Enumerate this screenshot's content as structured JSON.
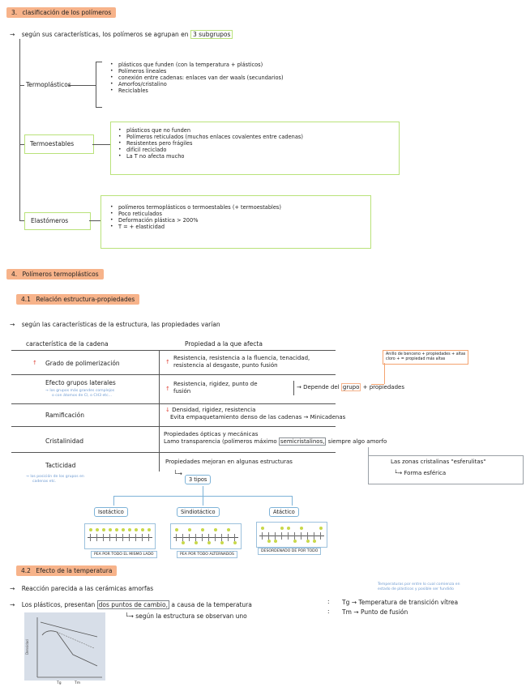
{
  "section3": {
    "number": "3.",
    "title": "clasificación de los polímeros",
    "intro_prefix": "según sus características, los polímeros se agrupan en",
    "intro_highlight": "3 subgrupos",
    "groups": [
      {
        "name": "Termoplásticos",
        "items": [
          "plásticos que funden (con la temperatura + plásticos)",
          "Polímeros lineales",
          "conexión entre cadenas: enlaces van der waals (secundarios)",
          "Amorfos/cristalino",
          "Reciclables"
        ]
      },
      {
        "name": "Termoestables",
        "items": [
          "plásticos que no funden",
          "Polímeros reticulados (muchos enlaces covalentes entre cadenas)",
          "Resistentes pero frágiles",
          "difícil reciclado",
          "La T no afecta mucho"
        ]
      },
      {
        "name": "Elastómeros",
        "items": [
          "polímeros termoplásticos o termoestables (+ termoestables)",
          "Poco reticulados",
          "Deformación plástica > 200%",
          "T = + elasticidad"
        ]
      }
    ]
  },
  "section4": {
    "number": "4.",
    "title": "Polímeros termoplásticos",
    "sub41": {
      "number": "4.1",
      "title": "Relación estructura-propiedades",
      "intro": "según las características de la estructura, las propiedades varían",
      "table": {
        "col1": "característica de la cadena",
        "col2": "Propiedad a la que afecta",
        "rows": [
          {
            "char": "Grado de polimerización",
            "arrow": "↑",
            "prop1": "Resistencia, resistencia a la fluencia, tenacidad,",
            "prop2": "resistencia al desgaste, punto fusión"
          },
          {
            "char": "Efecto grupos laterales",
            "note1": "los grupos más grandes complejos",
            "note2": "o con átomos de Cl, o CH3 etc...",
            "arrow": "↑",
            "prop1": "Resistencia, rigidez, punto de",
            "prop2": "fusión",
            "side": "Depende del",
            "side_hl": "grupo",
            "side_end": "+ propiedades"
          },
          {
            "char": "Ramificación",
            "arrow": "↓",
            "prop1": "Densidad, rigidez, resistencia",
            "prop2": "Evita empaquetamiento denso de las cadenas",
            "prop2_end": "Minicadenas"
          },
          {
            "char": "Cristalinidad",
            "prop1": "Propiedades ópticas y mecánicas",
            "prop2": "Lamo transparencia (polímeros máximo",
            "prop2_hl": "semicristalinos,",
            "prop2_end": "siempre algo amorfo"
          },
          {
            "char": "Tacticidad",
            "note1": "los posición de los grupos en",
            "note2": "cadenas etc.",
            "prop1": "Propiedades mejoran en algunas estructuras"
          }
        ]
      },
      "benzene_note": [
        "Anillo de benceno + propiedades + altas",
        "cloro + = propiedad más altas"
      ],
      "crystal_note": {
        "line1": "Las zonas cristalinas \"esferulitas\"",
        "line2": "Forma esférica"
      },
      "tacticity_count": "3 tipos",
      "types": [
        {
          "name": "Isotáctico",
          "caption": "PEA POR TODO EL MISMO LADO"
        },
        {
          "name": "Sindiotáctico",
          "caption": "PEA POR TODO ALTERNADOS"
        },
        {
          "name": "Atáctico",
          "caption": "DESORDENADO DE POR TODO"
        }
      ]
    },
    "sub42": {
      "number": "4.2",
      "title": "Efecto de la temperatura",
      "line1": "Reacción parecida a las cerámicas amorfas",
      "line2_prefix": "Los plásticos, presentan",
      "line2_hl": "dos puntos de cambio,",
      "line2_end": "a causa de la temperatura",
      "line3": "según la estructura se observan uno",
      "note": [
        "Temperaturas por entre lo cual comienza en",
        "estado de plásticos y posible ser fundido"
      ],
      "tg_label": "Tg",
      "tg_text": "Temperatura de transición vítrea",
      "tm_label": "Tm",
      "tm_text": "Punto de fusión",
      "graph": {
        "y_label": "Densidad",
        "x1": "Tg",
        "x2": "Tm"
      }
    }
  },
  "colors": {
    "orange": "#f7b38a",
    "green": "#b9e27a",
    "blue_note": "#6f9bd1",
    "red": "#e0453a"
  }
}
